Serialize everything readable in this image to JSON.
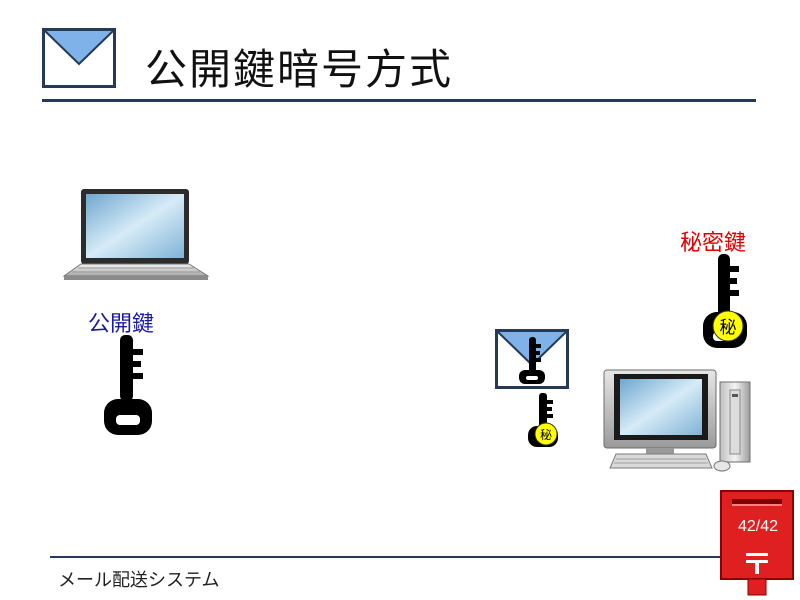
{
  "slide": {
    "title": "公開鍵暗号方式",
    "public_key_label": "公開鍵",
    "private_key_label": "秘密鍵",
    "key_stamp_text": "秘",
    "footer": "メール配送システム",
    "page_number": "42/42"
  },
  "colors": {
    "rule": "#243a56",
    "public_label": "#1a1aa0",
    "private_label": "#e00000",
    "postbox": "#e02020",
    "key_stamp": "#ffff00"
  },
  "icons": [
    "envelope-icon",
    "laptop-icon",
    "public-key-icon",
    "private-key-icon",
    "envelope-with-key-icon",
    "desktop-computer-icon",
    "postbox-icon"
  ]
}
